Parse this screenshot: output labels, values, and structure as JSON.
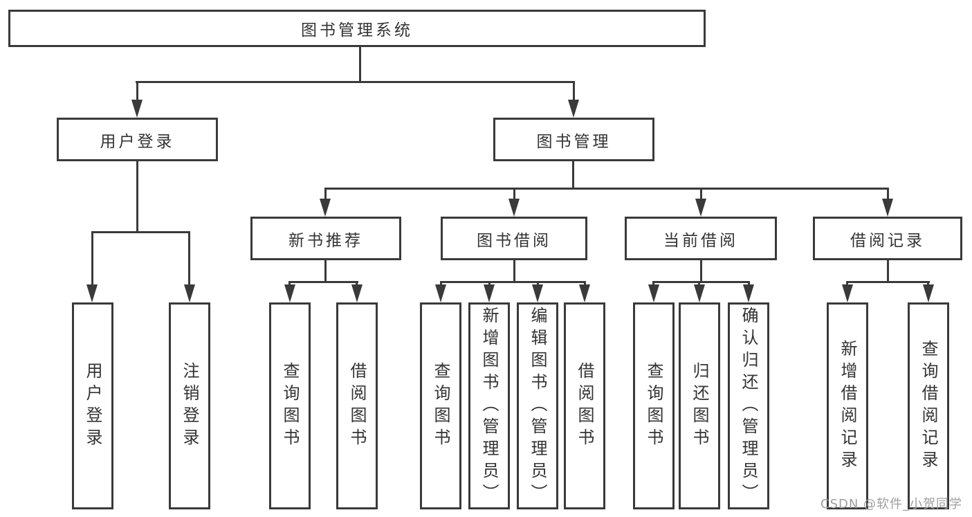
{
  "diagram": {
    "root": {
      "label": "图书管理系统",
      "children": [
        {
          "label": "用户登录",
          "children": [
            {
              "label": "用户登录"
            },
            {
              "label": "注销登录"
            }
          ]
        },
        {
          "label": "图书管理",
          "children": [
            {
              "label": "新书推荐",
              "children": [
                {
                  "label": "查询图书"
                },
                {
                  "label": "借阅图书"
                }
              ]
            },
            {
              "label": "图书借阅",
              "children": [
                {
                  "label": "查询图书"
                },
                {
                  "label": "新增图书（管理员）"
                },
                {
                  "label": "编辑图书（管理员）"
                },
                {
                  "label": "借阅图书"
                }
              ]
            },
            {
              "label": "当前借阅",
              "children": [
                {
                  "label": "查询图书"
                },
                {
                  "label": "归还图书"
                },
                {
                  "label": "确认归还（管理员）"
                }
              ]
            },
            {
              "label": "借阅记录",
              "children": [
                {
                  "label": "新增借阅记录"
                },
                {
                  "label": "查询借阅记录"
                }
              ]
            }
          ]
        }
      ]
    }
  },
  "watermark": "CSDN @软件_小贺同学",
  "colors": {
    "line": "#3a3a3a",
    "text": "#333333",
    "watermark": "#9e9e9e",
    "background": "#ffffff"
  }
}
